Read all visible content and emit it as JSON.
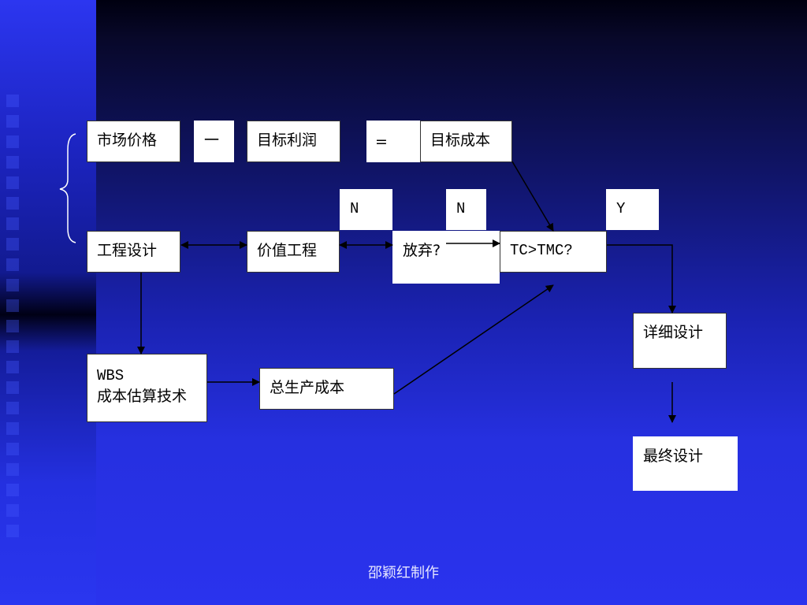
{
  "nodes": {
    "market_price": "市场价格",
    "minus": "一",
    "target_profit": "目标利润",
    "equals": "=",
    "target_cost": "目标成本",
    "n1": "N",
    "n2": "N",
    "y": "Y",
    "engineering_design": "工程设计",
    "value_engineering": "价值工程",
    "abandon": "放弃?",
    "tc_tmc": "TC>TMC?",
    "detailed_design": "详细设计",
    "wbs_line1": "WBS",
    "wbs_line2": "成本估算技术",
    "total_production_cost": "总生产成本",
    "final_design": "最终设计"
  },
  "footer": "邵颖红制作",
  "colors": {
    "background_top": "#000010",
    "background_bottom": "#2a33ee",
    "box_fill": "#ffffff",
    "line": "#000000"
  }
}
